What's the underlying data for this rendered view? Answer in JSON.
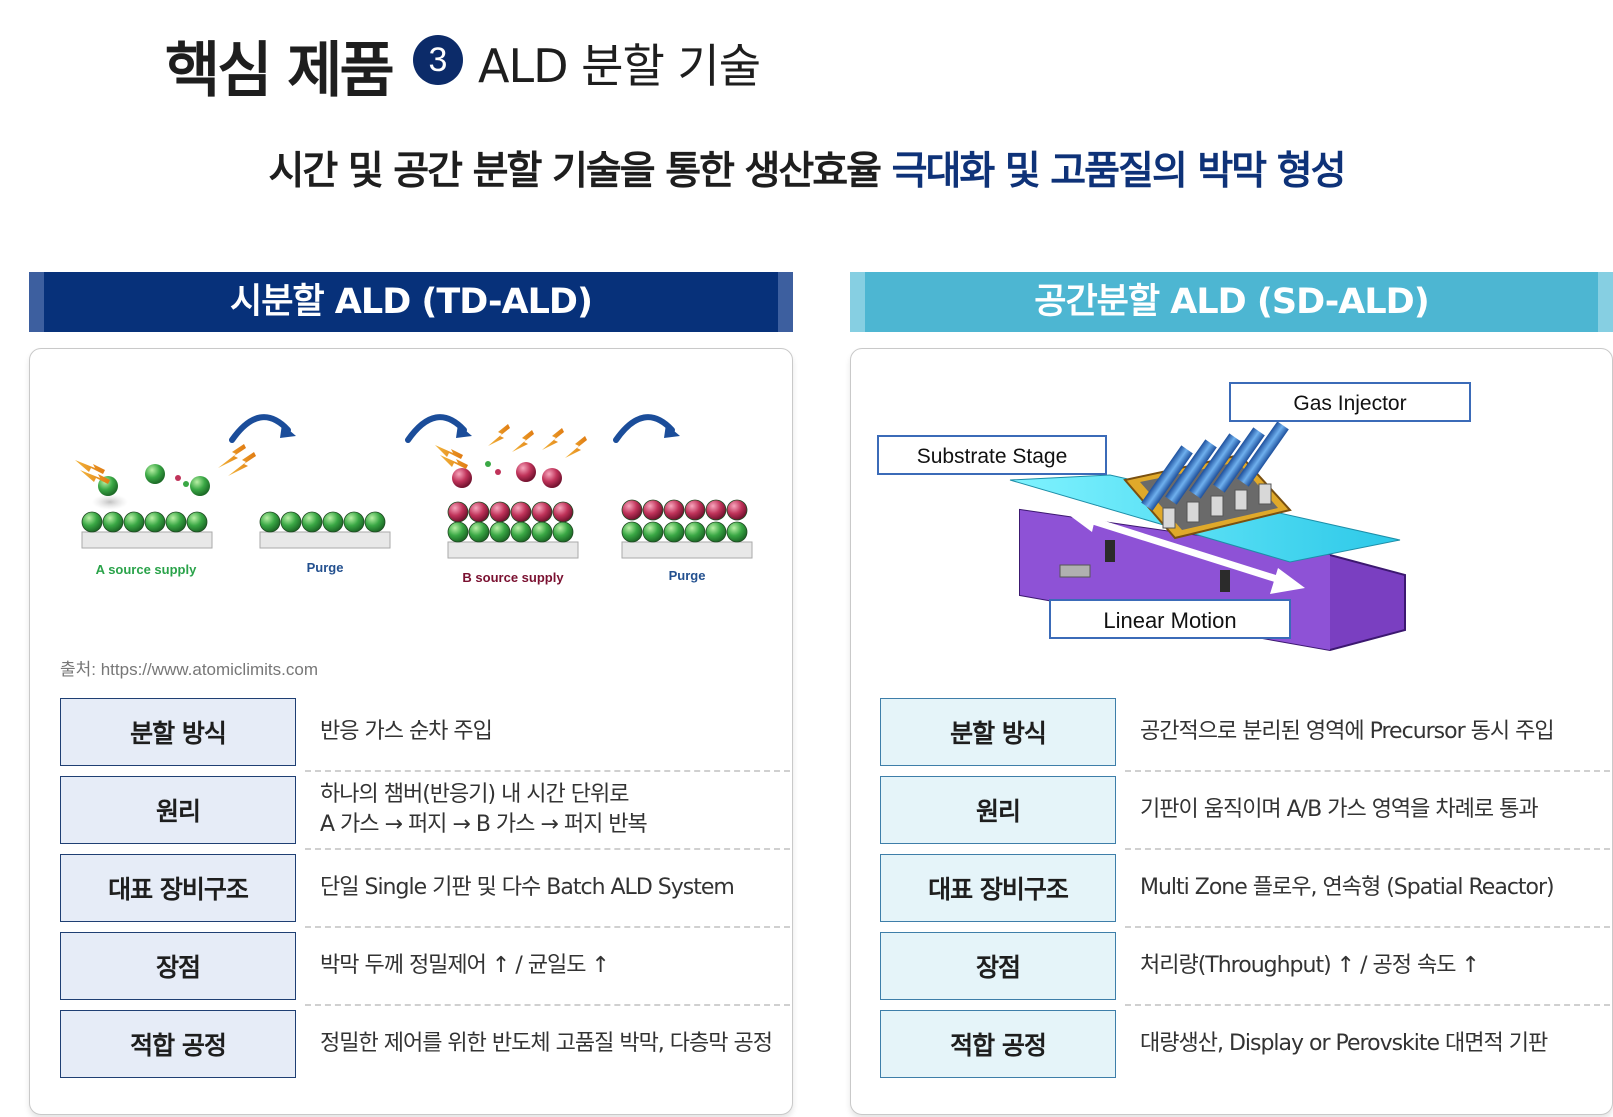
{
  "header": {
    "title": "핵심 제품",
    "number": "3",
    "subtitle": "ALD 분할 기술"
  },
  "headline": {
    "prefix": "시간 및 공간 분할 기술을 통한 생산효율 ",
    "highlight": "극대화 및 고품질의 박막 형성"
  },
  "left": {
    "heading": "시분할 ALD (TD-ALD)",
    "diagram_labels": {
      "a_supply": "A source supply",
      "purge1": "Purge",
      "b_supply": "B source supply",
      "purge2": "Purge"
    },
    "source_note": "출처: https://www.atomiclimits.com",
    "rows": [
      {
        "label": "분할 방식",
        "line1": "반응 가스 순차 주입",
        "line2": ""
      },
      {
        "label": "원리",
        "line1": "하나의 챔버(반응기) 내 시간 단위로",
        "line2": "A 가스 → 퍼지 → B 가스 → 퍼지 반복"
      },
      {
        "label": "대표 장비구조",
        "line1": "단일 Single 기판 및 다수 Batch  ALD System",
        "line2": ""
      },
      {
        "label": "장점",
        "line1": "박막 두께 정밀제어 ↑ / 균일도 ↑",
        "line2": ""
      },
      {
        "label": "적합 공정",
        "line1": "정밀한 제어를 위한 반도체  고품질 박막, 다층막 공정",
        "line2": ""
      }
    ]
  },
  "right": {
    "heading": "공간분할 ALD (SD-ALD)",
    "callouts": {
      "gas_injector": "Gas Injector",
      "substrate_stage": "Substrate Stage",
      "linear_motion": "Linear Motion"
    },
    "rows": [
      {
        "label": "분할 방식",
        "line1": "공간적으로 분리된 영역에 Precursor 동시 주입",
        "line2": ""
      },
      {
        "label": "원리",
        "line1": "기판이 움직이며 A/B 가스 영역을 차례로 통과",
        "line2": ""
      },
      {
        "label": "대표 장비구조",
        "line1": "Multi Zone 플로우, 연속형 (Spatial Reactor)",
        "line2": ""
      },
      {
        "label": "장점",
        "line1": "처리량(Throughput)  ↑ / 공정 속도  ↑",
        "line2": ""
      },
      {
        "label": "적합 공정",
        "line1": "대량생산, Display or Perovskite 대면적 기판",
        "line2": ""
      }
    ]
  },
  "colors": {
    "navy": "#07317a",
    "cyan": "#4db6d2",
    "green_molecule": "#3aa845",
    "red_molecule": "#c0335a",
    "stage_purple": "#7a3fc1",
    "stage_cyan": "#4fe0f0",
    "injector_blue": "#3f82cf",
    "frame_gold": "#e0a92a"
  }
}
